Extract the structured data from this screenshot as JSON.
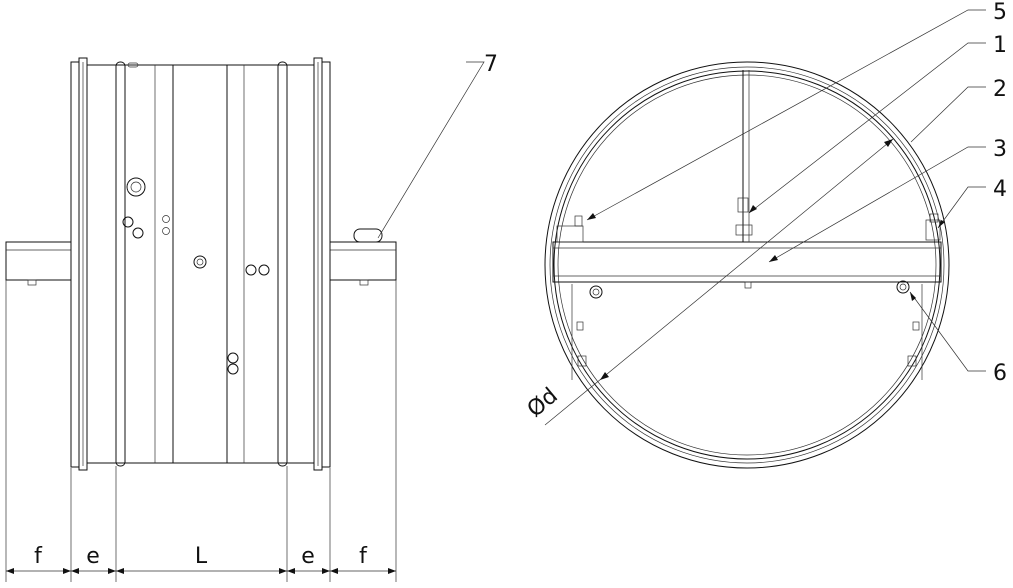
{
  "dimensions": {
    "f_left": "f",
    "e_left": "e",
    "length": "L",
    "e_right": "e",
    "f_right": "f",
    "diameter": "Ød"
  },
  "callouts": {
    "c1": "1",
    "c2": "2",
    "c3": "3",
    "c4": "4",
    "c5": "5",
    "c6": "6",
    "c7": "7"
  }
}
